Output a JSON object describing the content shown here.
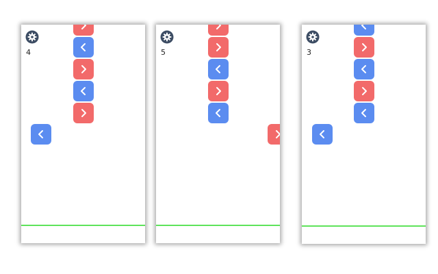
{
  "colors": {
    "blue_tile": "#5b8cf0",
    "red_tile": "#f26a6a",
    "ground_line": "#5ee35b",
    "gear": "#3d4d64"
  },
  "icons": {
    "settings": "gear-icon",
    "left": "chevron-left-icon",
    "right": "chevron-right-icon"
  },
  "screens": [
    {
      "score": "4"
    },
    {
      "score": "5"
    },
    {
      "score": "3"
    }
  ]
}
